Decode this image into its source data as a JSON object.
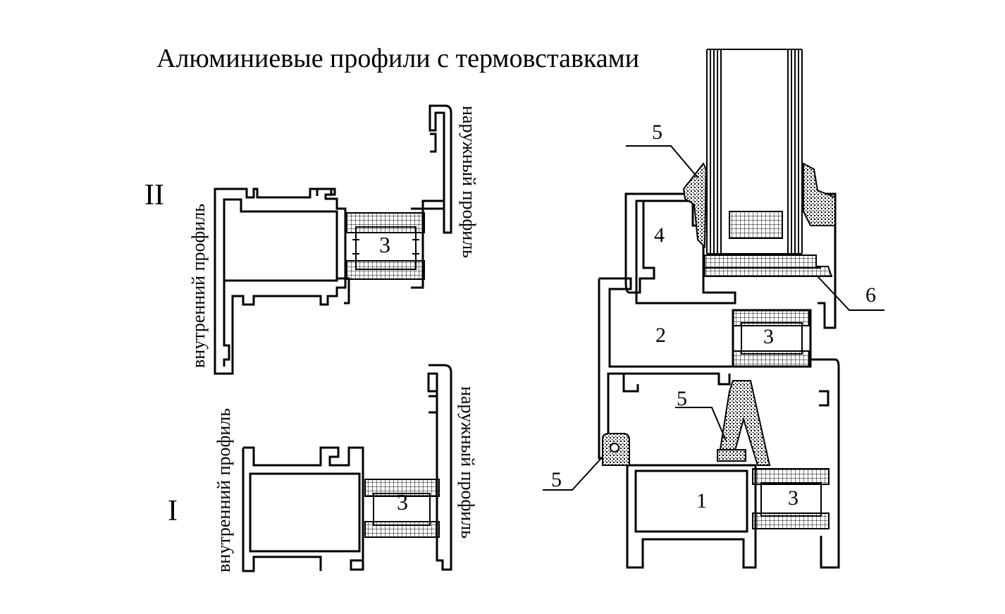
{
  "title": "Алюминиевые профили с термовставками",
  "profile_II": {
    "roman": "II",
    "inner_label": "внутренний профиль",
    "outer_label": "наружный профиль",
    "insert_number": "3"
  },
  "profile_I": {
    "roman": "I",
    "inner_label": "внутренний профиль",
    "outer_label": "наружный профиль",
    "insert_number": "3"
  },
  "assembly": {
    "chamber_1": "1",
    "chamber_2": "2",
    "chamber_4": "4",
    "insert_upper": "3",
    "insert_lower": "3",
    "callout_seal_top": "5",
    "callout_seal_mid": "5",
    "callout_seal_left": "5",
    "callout_spacer": "6"
  }
}
